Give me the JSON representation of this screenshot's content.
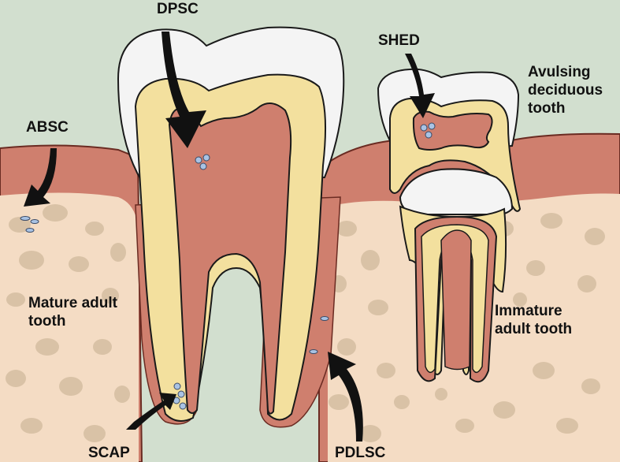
{
  "labels": {
    "dpsc": "DPSC",
    "shed": "SHED",
    "absc": "ABSC",
    "avulsing": [
      "Avulsing",
      "deciduous",
      "tooth"
    ],
    "mature": [
      "Mature adult",
      "tooth"
    ],
    "immature": [
      "Immature",
      "adult tooth"
    ],
    "scap": "SCAP",
    "pdlsc": "PDLSC"
  },
  "colors": {
    "background": "#d2dfcf",
    "bone": "#f4dcc4",
    "bone_holes": "#d9c2a6",
    "gum": "#cf7f6e",
    "pulp": "#cf7f6e",
    "dentin": "#f3e09e",
    "enamel": "#f4f4f4",
    "arrow": "#111111",
    "cells": "#a9c3e4"
  }
}
